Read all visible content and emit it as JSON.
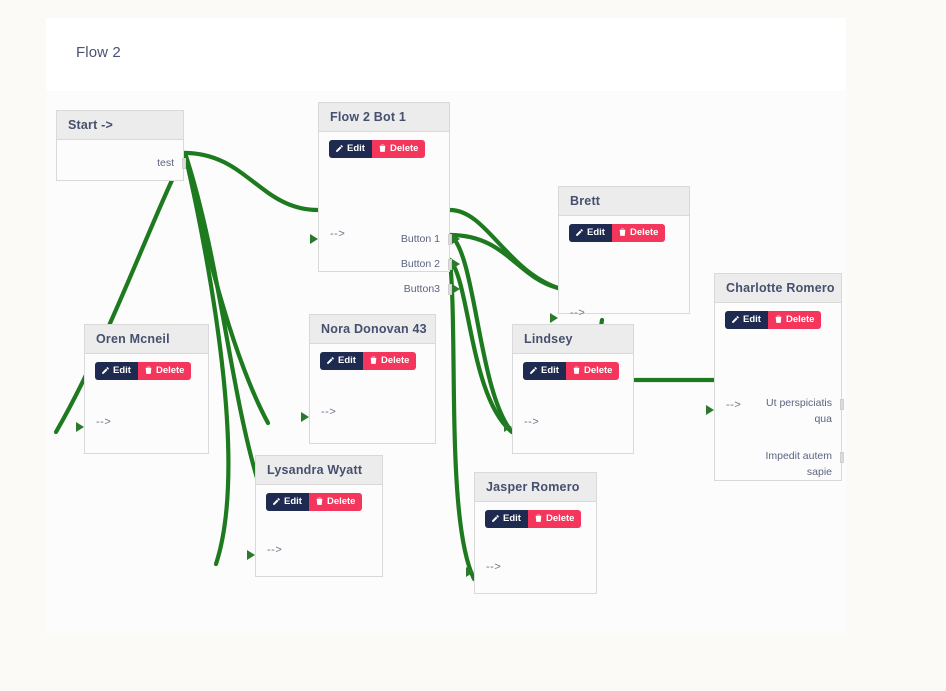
{
  "page": {
    "background_color": "#fbfaf7",
    "canvas_background": "#fcfcfc"
  },
  "header": {
    "title": "Flow 2"
  },
  "theme": {
    "edge_color": "#1e7a1e",
    "edit_button_color": "#1e2a4f",
    "delete_button_color": "#f5365c",
    "node_header_color": "#ececec",
    "node_border_color": "#d9d9d9",
    "title_text_color": "#46506e"
  },
  "buttons": {
    "edit_label": "Edit",
    "delete_label": "Delete",
    "edit_icon": "pencil-square-icon",
    "delete_icon": "trash-icon"
  },
  "nodes": [
    {
      "id": "start",
      "title": "Start ->",
      "has_actions": false,
      "outputs": [
        "test"
      ],
      "inputs": []
    },
    {
      "id": "flow-2-bot-1",
      "title": "Flow 2 Bot 1",
      "has_actions": true,
      "inputs": [
        "-->"
      ],
      "outputs": [
        "Button 1",
        "Button 2",
        "Button3"
      ]
    },
    {
      "id": "oren-mcneil",
      "title": "Oren Mcneil",
      "has_actions": true,
      "inputs": [
        "-->"
      ],
      "outputs": []
    },
    {
      "id": "nora-donovan-43",
      "title": "Nora Donovan 43",
      "has_actions": true,
      "inputs": [
        "-->"
      ],
      "outputs": []
    },
    {
      "id": "lysandra-wyatt",
      "title": "Lysandra Wyatt",
      "has_actions": true,
      "inputs": [
        "-->"
      ],
      "outputs": []
    },
    {
      "id": "jasper-romero",
      "title": "Jasper Romero",
      "has_actions": true,
      "inputs": [
        "-->"
      ],
      "outputs": []
    },
    {
      "id": "lindsey",
      "title": "Lindsey",
      "has_actions": true,
      "inputs": [
        "-->"
      ],
      "outputs": []
    },
    {
      "id": "brett",
      "title": "Brett",
      "has_actions": true,
      "inputs": [
        "-->"
      ],
      "outputs": []
    },
    {
      "id": "charlotte-romero",
      "title": "Charlotte Romero",
      "has_actions": true,
      "inputs": [
        "-->"
      ],
      "outputs": [
        "Ut perspiciatis qua",
        "Impedit autem sapie"
      ]
    }
  ]
}
